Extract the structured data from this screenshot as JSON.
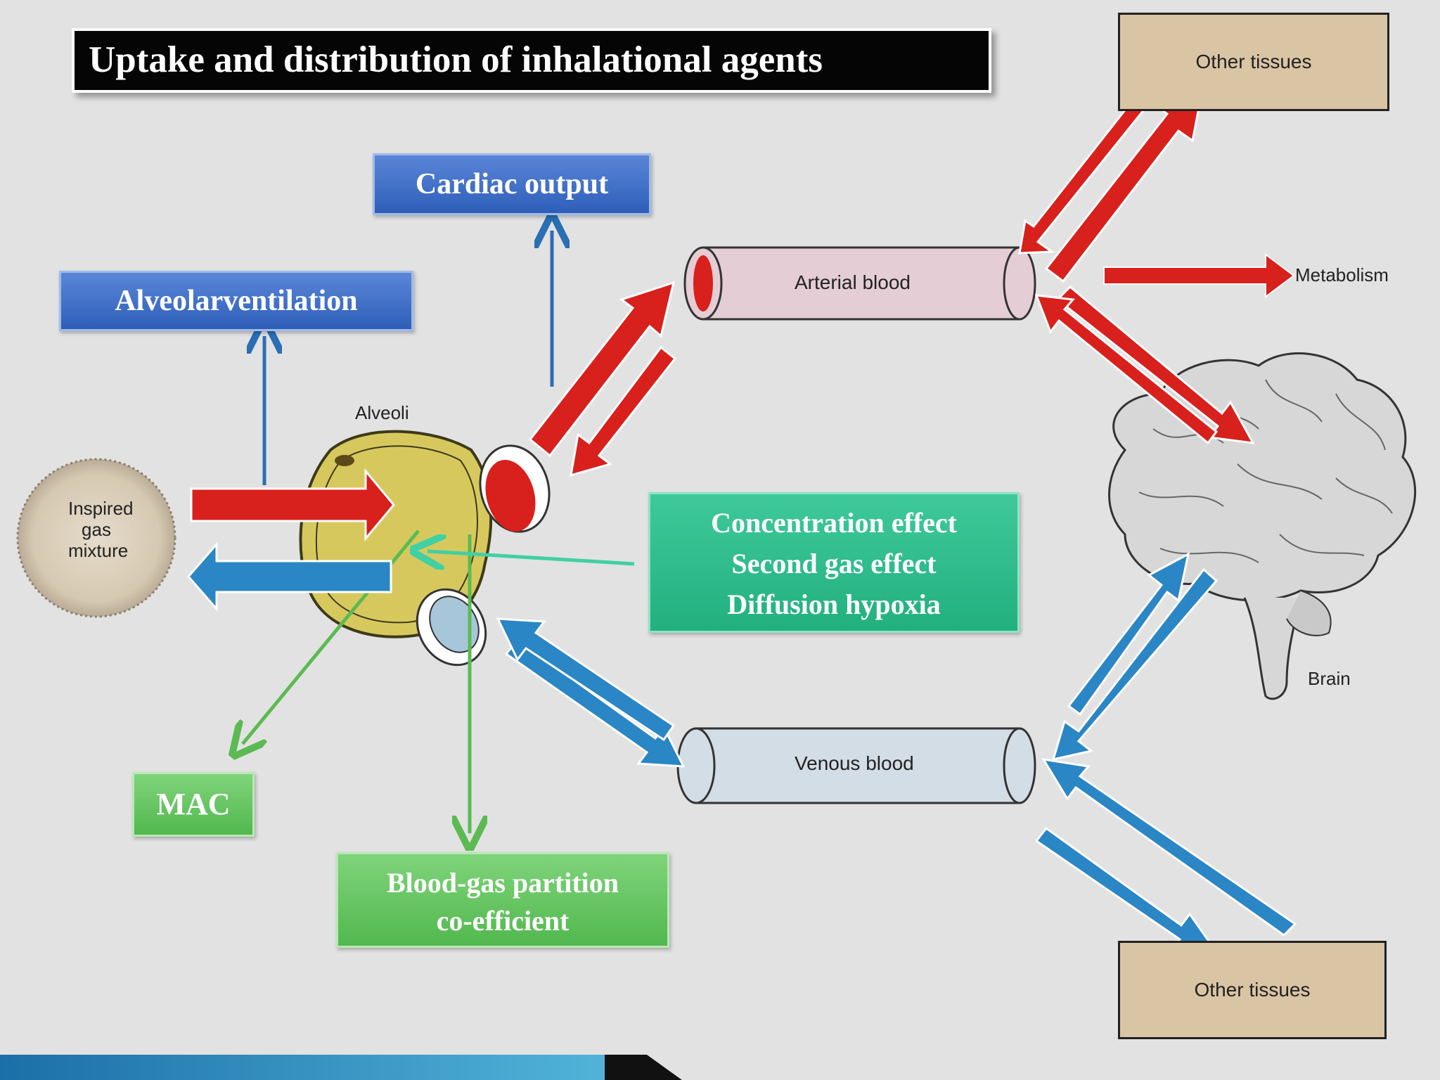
{
  "title": "Uptake and distribution of inhalational agents",
  "boxes": {
    "alveolar_ventilation": "Alveolarventilation",
    "cardiac_output": "Cardiac output",
    "effects": [
      "Concentration effect",
      "Second gas effect",
      "Diffusion hypoxia"
    ],
    "mac": "MAC",
    "partition": [
      "Blood-gas partition",
      "co-efficient"
    ]
  },
  "labels": {
    "alveoli": "Alveoli",
    "inspired": [
      "Inspired",
      "gas",
      "mixture"
    ],
    "arterial_blood": "Arterial blood",
    "venous_blood": "Venous blood",
    "metabolism": "Metabolism",
    "brain": "Brain",
    "other_tissues_top": "Other tissues",
    "other_tissues_bottom": "Other tissues"
  },
  "colors": {
    "red_arrow": "#d8201c",
    "blue_arrow": "#2a86c4",
    "blue_line": "#2a6fb4",
    "green_line": "#5cba52",
    "teal_line": "#3fd0a3",
    "tan": "#d9c4a4"
  }
}
